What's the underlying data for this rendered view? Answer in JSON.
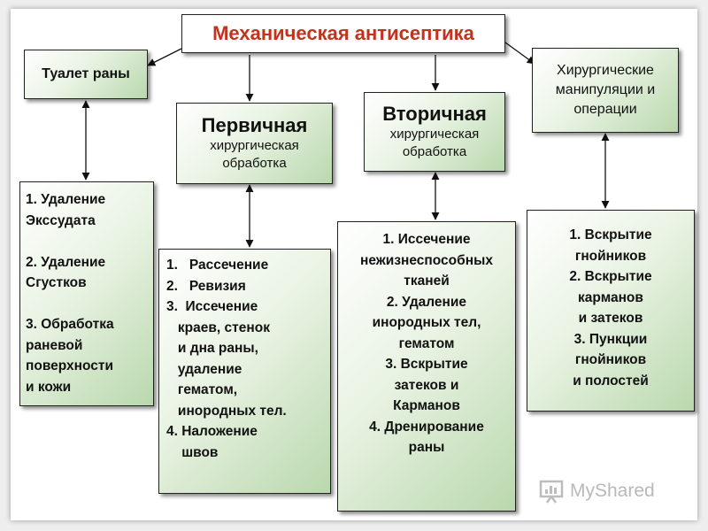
{
  "title": "Механическая антисептика",
  "header_boxes": {
    "toilet": "Туалет раны",
    "primary_title": "Первичная",
    "primary_sub": [
      "хирургическая",
      "обработка"
    ],
    "secondary_title": "Вторичная",
    "secondary_sub": [
      "хирургическая",
      "обработка"
    ],
    "surgical": [
      "Хирургические",
      "манипуляции и",
      "операции"
    ]
  },
  "lists": {
    "toilet": [
      "1.  Удаление",
      "Экссудата",
      "",
      "2. Удаление",
      "Сгустков",
      "",
      "3. Обработка",
      "раневой",
      "поверхности",
      "и кожи"
    ],
    "primary": [
      "1.   Рассечение",
      "2.   Ревизия",
      "3.  Иссечение",
      "   краев, стенок",
      "   и дна раны,",
      "   удаление",
      "   гематом,",
      "   инородных тел.",
      "4. Наложение",
      "    швов"
    ],
    "secondary": [
      "1.  Иссечение",
      "нежизнеспособных",
      "тканей",
      "2. Удаление",
      "инородных тел,",
      "гематом",
      "3. Вскрытие",
      "затеков и",
      "Карманов",
      "4. Дренирование",
      "раны"
    ],
    "surgical": [
      "1.  Вскрытие",
      "гнойников",
      "2. Вскрытие",
      "карманов",
      "и затеков",
      "3. Пункции",
      "гнойников",
      "и полостей"
    ]
  },
  "watermark": {
    "text": "MyShared",
    "icon": "presentation-icon"
  }
}
